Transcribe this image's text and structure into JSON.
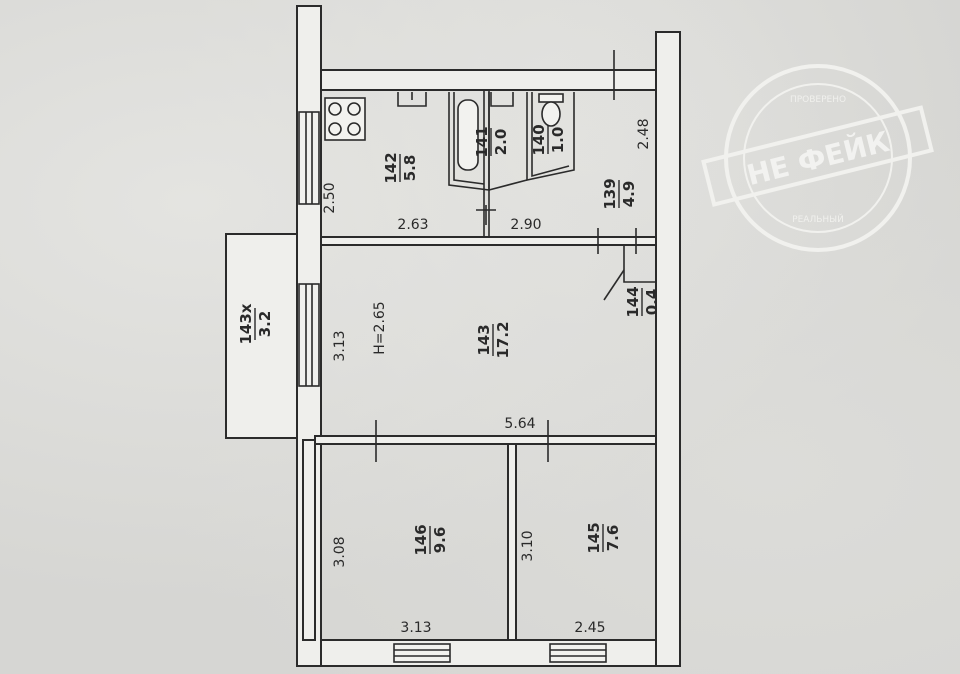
{
  "rooms": [
    {
      "id": "142",
      "area": "5.8"
    },
    {
      "id": "141",
      "area": "2.0"
    },
    {
      "id": "140",
      "area": "1.0"
    },
    {
      "id": "139",
      "area": "4.9"
    },
    {
      "id": "143",
      "area": "17.2"
    },
    {
      "id": "144",
      "area": "0.4"
    },
    {
      "id": "143x",
      "area": "3.2"
    },
    {
      "id": "146",
      "area": "9.6"
    },
    {
      "id": "145",
      "area": "7.6"
    }
  ],
  "dimensions": {
    "d_2_48": "2.48",
    "d_2_50": "2.50",
    "d_2_63": "2.63",
    "d_2_90": "2.90",
    "d_3_13_living": "3.13",
    "d_height": "H=2.65",
    "d_5_64": "5.64",
    "d_3_08": "3.08",
    "d_3_10": "3.10",
    "d_3_13_bottom": "3.13",
    "d_2_45": "2.45"
  },
  "watermark": {
    "main": "НЕ ФЕЙК",
    "top": "ПРОВЕРЕНО",
    "bottom": "РЕАЛЬНЫЙ"
  }
}
